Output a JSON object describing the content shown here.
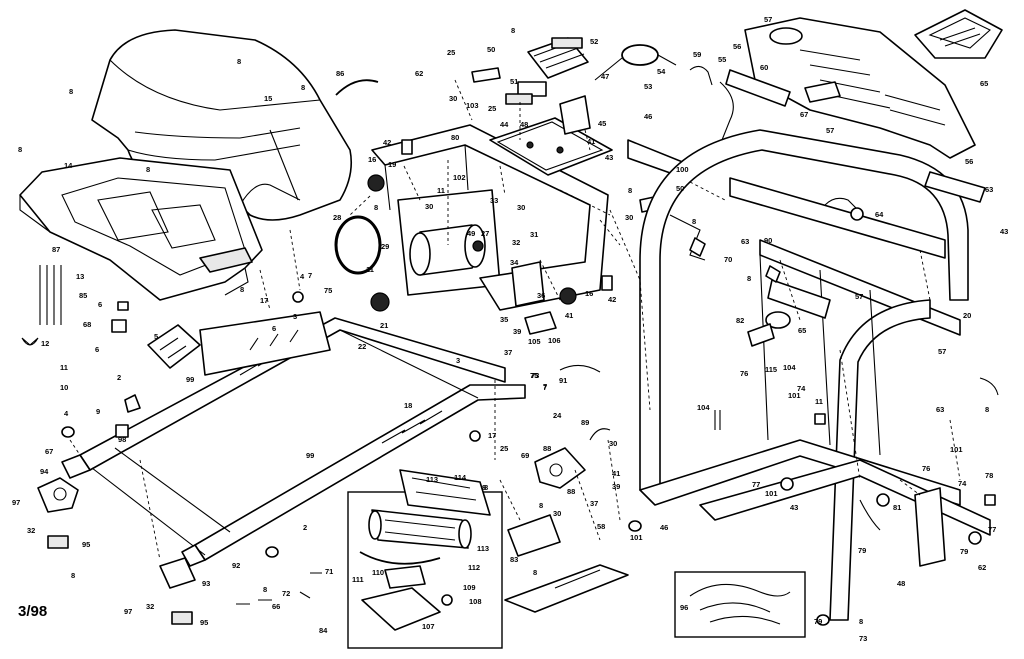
{
  "diagram": {
    "date_code": "3/98",
    "callouts": [
      {
        "id": "c8a",
        "text": "8"
      },
      {
        "id": "c8b",
        "text": "8"
      },
      {
        "id": "c8c",
        "text": "8"
      },
      {
        "id": "c15",
        "text": "15"
      },
      {
        "id": "c8d",
        "text": "8"
      },
      {
        "id": "c14",
        "text": "14"
      },
      {
        "id": "c8e",
        "text": "8"
      },
      {
        "id": "c8f",
        "text": "8"
      },
      {
        "id": "c87",
        "text": "87"
      },
      {
        "id": "c13",
        "text": "13"
      },
      {
        "id": "c85",
        "text": "85"
      },
      {
        "id": "c68",
        "text": "68"
      },
      {
        "id": "c6a",
        "text": "6"
      },
      {
        "id": "c6b",
        "text": "6"
      },
      {
        "id": "c12",
        "text": "12"
      },
      {
        "id": "c11a",
        "text": "11"
      },
      {
        "id": "c10",
        "text": "10"
      },
      {
        "id": "c2a",
        "text": "2"
      },
      {
        "id": "c9",
        "text": "9"
      },
      {
        "id": "c98",
        "text": "98"
      },
      {
        "id": "c4a",
        "text": "4"
      },
      {
        "id": "c67",
        "text": "67"
      },
      {
        "id": "c94",
        "text": "94"
      },
      {
        "id": "c97a",
        "text": "97"
      },
      {
        "id": "c32a",
        "text": "32"
      },
      {
        "id": "c95a",
        "text": "95"
      },
      {
        "id": "c8g",
        "text": "8"
      },
      {
        "id": "c5",
        "text": "5"
      },
      {
        "id": "c6c",
        "text": "6"
      },
      {
        "id": "c17a",
        "text": "17"
      },
      {
        "id": "c4b",
        "text": "4"
      },
      {
        "id": "c7a",
        "text": "7"
      },
      {
        "id": "c75a",
        "text": "75"
      },
      {
        "id": "c3a",
        "text": "3"
      },
      {
        "id": "c21",
        "text": "21"
      },
      {
        "id": "c22",
        "text": "22"
      },
      {
        "id": "c99a",
        "text": "99"
      },
      {
        "id": "c18",
        "text": "18"
      },
      {
        "id": "c99b",
        "text": "99"
      },
      {
        "id": "c3b",
        "text": "3"
      },
      {
        "id": "c73",
        "text": "73"
      },
      {
        "id": "c7b",
        "text": "7"
      },
      {
        "id": "c17b",
        "text": "17"
      },
      {
        "id": "c8h",
        "text": "8"
      },
      {
        "id": "c2b",
        "text": "2"
      },
      {
        "id": "c92",
        "text": "92"
      },
      {
        "id": "c93",
        "text": "93"
      },
      {
        "id": "c97b",
        "text": "97"
      },
      {
        "id": "c32b",
        "text": "32"
      },
      {
        "id": "c95b",
        "text": "95"
      },
      {
        "id": "c8i",
        "text": "8"
      },
      {
        "id": "c66",
        "text": "66"
      },
      {
        "id": "c72",
        "text": "72"
      },
      {
        "id": "c71",
        "text": "71"
      },
      {
        "id": "c86",
        "text": "86"
      },
      {
        "id": "c62",
        "text": "62"
      },
      {
        "id": "c25a",
        "text": "25"
      },
      {
        "id": "c50a",
        "text": "50"
      },
      {
        "id": "c8j",
        "text": "8"
      },
      {
        "id": "c52",
        "text": "52"
      },
      {
        "id": "c54",
        "text": "54"
      },
      {
        "id": "c47",
        "text": "47"
      },
      {
        "id": "c53",
        "text": "53"
      },
      {
        "id": "c51",
        "text": "51"
      },
      {
        "id": "c103",
        "text": "103"
      },
      {
        "id": "c25b",
        "text": "25"
      },
      {
        "id": "c44",
        "text": "44"
      },
      {
        "id": "c48",
        "text": "48"
      },
      {
        "id": "c45",
        "text": "45"
      },
      {
        "id": "c46",
        "text": "46"
      },
      {
        "id": "c30a",
        "text": "30"
      },
      {
        "id": "c42a",
        "text": "42"
      },
      {
        "id": "c80",
        "text": "80"
      },
      {
        "id": "c16a",
        "text": "16"
      },
      {
        "id": "c19",
        "text": "19"
      },
      {
        "id": "c43a",
        "text": "43"
      },
      {
        "id": "c41a",
        "text": "41"
      },
      {
        "id": "c102",
        "text": "102"
      },
      {
        "id": "c11b",
        "text": "11"
      },
      {
        "id": "c8k",
        "text": "8"
      },
      {
        "id": "c30b",
        "text": "30"
      },
      {
        "id": "c33",
        "text": "33"
      },
      {
        "id": "c30c",
        "text": "30"
      },
      {
        "id": "c28",
        "text": "28"
      },
      {
        "id": "c29",
        "text": "29"
      },
      {
        "id": "c27",
        "text": "27"
      },
      {
        "id": "c49",
        "text": "49"
      },
      {
        "id": "c31",
        "text": "31"
      },
      {
        "id": "c32c",
        "text": "32"
      },
      {
        "id": "c11c",
        "text": "11"
      },
      {
        "id": "c34",
        "text": "34"
      },
      {
        "id": "c36",
        "text": "36"
      },
      {
        "id": "c16b",
        "text": "16"
      },
      {
        "id": "c42b",
        "text": "42"
      },
      {
        "id": "c35",
        "text": "35"
      },
      {
        "id": "c39",
        "text": "39"
      },
      {
        "id": "c105",
        "text": "105"
      },
      {
        "id": "c106",
        "text": "106"
      },
      {
        "id": "c41b",
        "text": "41"
      },
      {
        "id": "c37a",
        "text": "37"
      },
      {
        "id": "c30d",
        "text": "30"
      },
      {
        "id": "c100",
        "text": "100"
      },
      {
        "id": "c50b",
        "text": "50"
      },
      {
        "id": "c8l",
        "text": "8"
      },
      {
        "id": "c91",
        "text": "91"
      },
      {
        "id": "c75b",
        "text": "75"
      },
      {
        "id": "c7c",
        "text": "7"
      },
      {
        "id": "c24",
        "text": "24"
      },
      {
        "id": "c89",
        "text": "89"
      },
      {
        "id": "c25c",
        "text": "25"
      },
      {
        "id": "c69",
        "text": "69"
      },
      {
        "id": "c88a",
        "text": "88"
      },
      {
        "id": "c30e",
        "text": "30"
      },
      {
        "id": "c41c",
        "text": "41"
      },
      {
        "id": "c88b",
        "text": "88"
      },
      {
        "id": "c39b",
        "text": "39"
      },
      {
        "id": "c37b",
        "text": "37"
      },
      {
        "id": "c8m",
        "text": "8"
      },
      {
        "id": "c30f",
        "text": "30"
      },
      {
        "id": "c8n",
        "text": "8"
      },
      {
        "id": "c113",
        "text": "113"
      },
      {
        "id": "c114",
        "text": "114"
      },
      {
        "id": "c113b",
        "text": "113"
      },
      {
        "id": "c112",
        "text": "112"
      },
      {
        "id": "c111",
        "text": "111"
      },
      {
        "id": "c110",
        "text": "110"
      },
      {
        "id": "c109",
        "text": "109"
      },
      {
        "id": "c108",
        "text": "108"
      },
      {
        "id": "c107",
        "text": "107"
      },
      {
        "id": "c84",
        "text": "84"
      },
      {
        "id": "c83",
        "text": "83"
      },
      {
        "id": "c8o",
        "text": "8"
      },
      {
        "id": "c58",
        "text": "58"
      },
      {
        "id": "c57a",
        "text": "57"
      },
      {
        "id": "c56a",
        "text": "56"
      },
      {
        "id": "c55",
        "text": "55"
      },
      {
        "id": "c60",
        "text": "60"
      },
      {
        "id": "c65a",
        "text": "65"
      },
      {
        "id": "c59",
        "text": "59"
      },
      {
        "id": "c67b",
        "text": "67"
      },
      {
        "id": "c57b",
        "text": "57"
      },
      {
        "id": "c56b",
        "text": "56"
      },
      {
        "id": "c63a",
        "text": "63"
      },
      {
        "id": "c43b",
        "text": "43"
      },
      {
        "id": "c64",
        "text": "64"
      },
      {
        "id": "c8p",
        "text": "8"
      },
      {
        "id": "c90",
        "text": "90"
      },
      {
        "id": "c63b",
        "text": "63"
      },
      {
        "id": "c70",
        "text": "70"
      },
      {
        "id": "c8q",
        "text": "8"
      },
      {
        "id": "c57c",
        "text": "57"
      },
      {
        "id": "c65b",
        "text": "65"
      },
      {
        "id": "c82",
        "text": "82"
      },
      {
        "id": "c115",
        "text": "115"
      },
      {
        "id": "c104a",
        "text": "104"
      },
      {
        "id": "c76",
        "text": "76"
      },
      {
        "id": "c101a",
        "text": "101"
      },
      {
        "id": "c74a",
        "text": "74"
      },
      {
        "id": "c11d",
        "text": "11"
      },
      {
        "id": "c57d",
        "text": "57"
      },
      {
        "id": "c63c",
        "text": "63"
      },
      {
        "id": "c8r",
        "text": "8"
      },
      {
        "id": "c20",
        "text": "20"
      },
      {
        "id": "c104b",
        "text": "104"
      },
      {
        "id": "c101b",
        "text": "101"
      },
      {
        "id": "c76b",
        "text": "76"
      },
      {
        "id": "c74b",
        "text": "74"
      },
      {
        "id": "c78",
        "text": "78"
      },
      {
        "id": "c77a",
        "text": "77"
      },
      {
        "id": "c101c",
        "text": "101"
      },
      {
        "id": "c43c",
        "text": "43"
      },
      {
        "id": "c81",
        "text": "81"
      },
      {
        "id": "c79a",
        "text": "79"
      },
      {
        "id": "c46b",
        "text": "46"
      },
      {
        "id": "c101d",
        "text": "101"
      },
      {
        "id": "c79b",
        "text": "79"
      },
      {
        "id": "c77b",
        "text": "77"
      },
      {
        "id": "c62b",
        "text": "62"
      },
      {
        "id": "c48b",
        "text": "48"
      },
      {
        "id": "c79c",
        "text": "79"
      },
      {
        "id": "c8s",
        "text": "8"
      },
      {
        "id": "c73b",
        "text": "73"
      },
      {
        "id": "c96",
        "text": "96"
      }
    ]
  }
}
